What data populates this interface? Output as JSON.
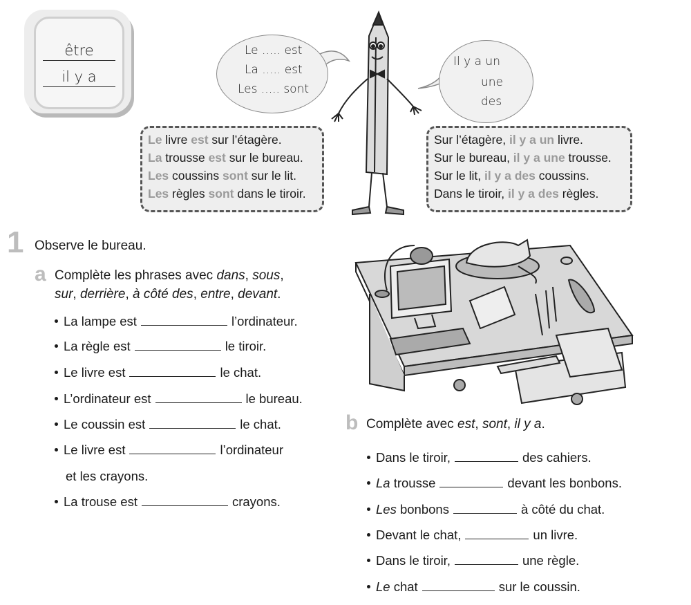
{
  "tag": {
    "word1": "être",
    "word2": "il y a"
  },
  "bubble_left": {
    "line1": "Le ..... est",
    "line2": "La ..... est",
    "line3": "Les ..... sont"
  },
  "bubble_right": {
    "line1": "Il y a un",
    "line2": "une",
    "line3": "des"
  },
  "examples_left": [
    {
      "art": "Le",
      "rest1": " livre ",
      "verb": "est",
      "rest2": " sur l’étagère."
    },
    {
      "art": "La",
      "rest1": " trousse ",
      "verb": "est",
      "rest2": " sur le bureau."
    },
    {
      "art": "Les",
      "rest1": " coussins ",
      "verb": "sont",
      "rest2": " sur le lit."
    },
    {
      "art": "Les",
      "rest1": " règles ",
      "verb": "sont",
      "rest2": " dans le tiroir."
    }
  ],
  "examples_right": [
    {
      "pre": "Sur l’étagère, ",
      "hl": "il y a un",
      "post": " livre."
    },
    {
      "pre": "Sur le bureau, ",
      "hl": "il y a une",
      "post": " trousse."
    },
    {
      "pre": "Sur le lit, ",
      "hl": "il y a des",
      "post": " coussins."
    },
    {
      "pre": "Dans le tiroir, ",
      "hl": "il y a des",
      "post": " règles."
    }
  ],
  "exercise": {
    "number": "1",
    "title": "Observe le bureau.",
    "a": {
      "letter": "a",
      "instr_bold": "Complète les phrases avec ",
      "words1": [
        "dans",
        ", ",
        "sous",
        ","
      ],
      "words2": [
        "sur",
        ", ",
        "derrière",
        ", ",
        "à côté des",
        ", ",
        "entre",
        ", ",
        "devant",
        "."
      ],
      "items": [
        {
          "before": "La lampe est",
          "after": "l’ordinateur."
        },
        {
          "before": "La règle est",
          "after": "le tiroir."
        },
        {
          "before": "Le livre est",
          "after": "le chat."
        },
        {
          "before": "L’ordinateur est",
          "after": "le bureau."
        },
        {
          "before": "Le coussin est",
          "after": "le chat."
        },
        {
          "before": "Le livre est",
          "after": "l’ordinateur"
        },
        {
          "before": "et les crayons.",
          "after": ""
        },
        {
          "before": "La trouse est",
          "after": "crayons."
        }
      ]
    },
    "b": {
      "letter": "b",
      "instr_bold": "Complète avec ",
      "instr_words": [
        "est",
        ", ",
        "sont",
        ", ",
        "il y a",
        "."
      ],
      "items": [
        {
          "lead": "",
          "before": "Dans le tiroir,",
          "after": "des cahiers."
        },
        {
          "lead": "La",
          "before": " trousse",
          "after": "devant les bonbons."
        },
        {
          "lead": "Les",
          "before": " bonbons",
          "after": "à côté du chat."
        },
        {
          "lead": "",
          "before": "Devant le chat,",
          "after": "un livre."
        },
        {
          "lead": "",
          "before": "Dans le tiroir,",
          "after": "une règle."
        },
        {
          "lead": "Le",
          "before": " chat",
          "after": "sur le coussin."
        }
      ]
    }
  }
}
